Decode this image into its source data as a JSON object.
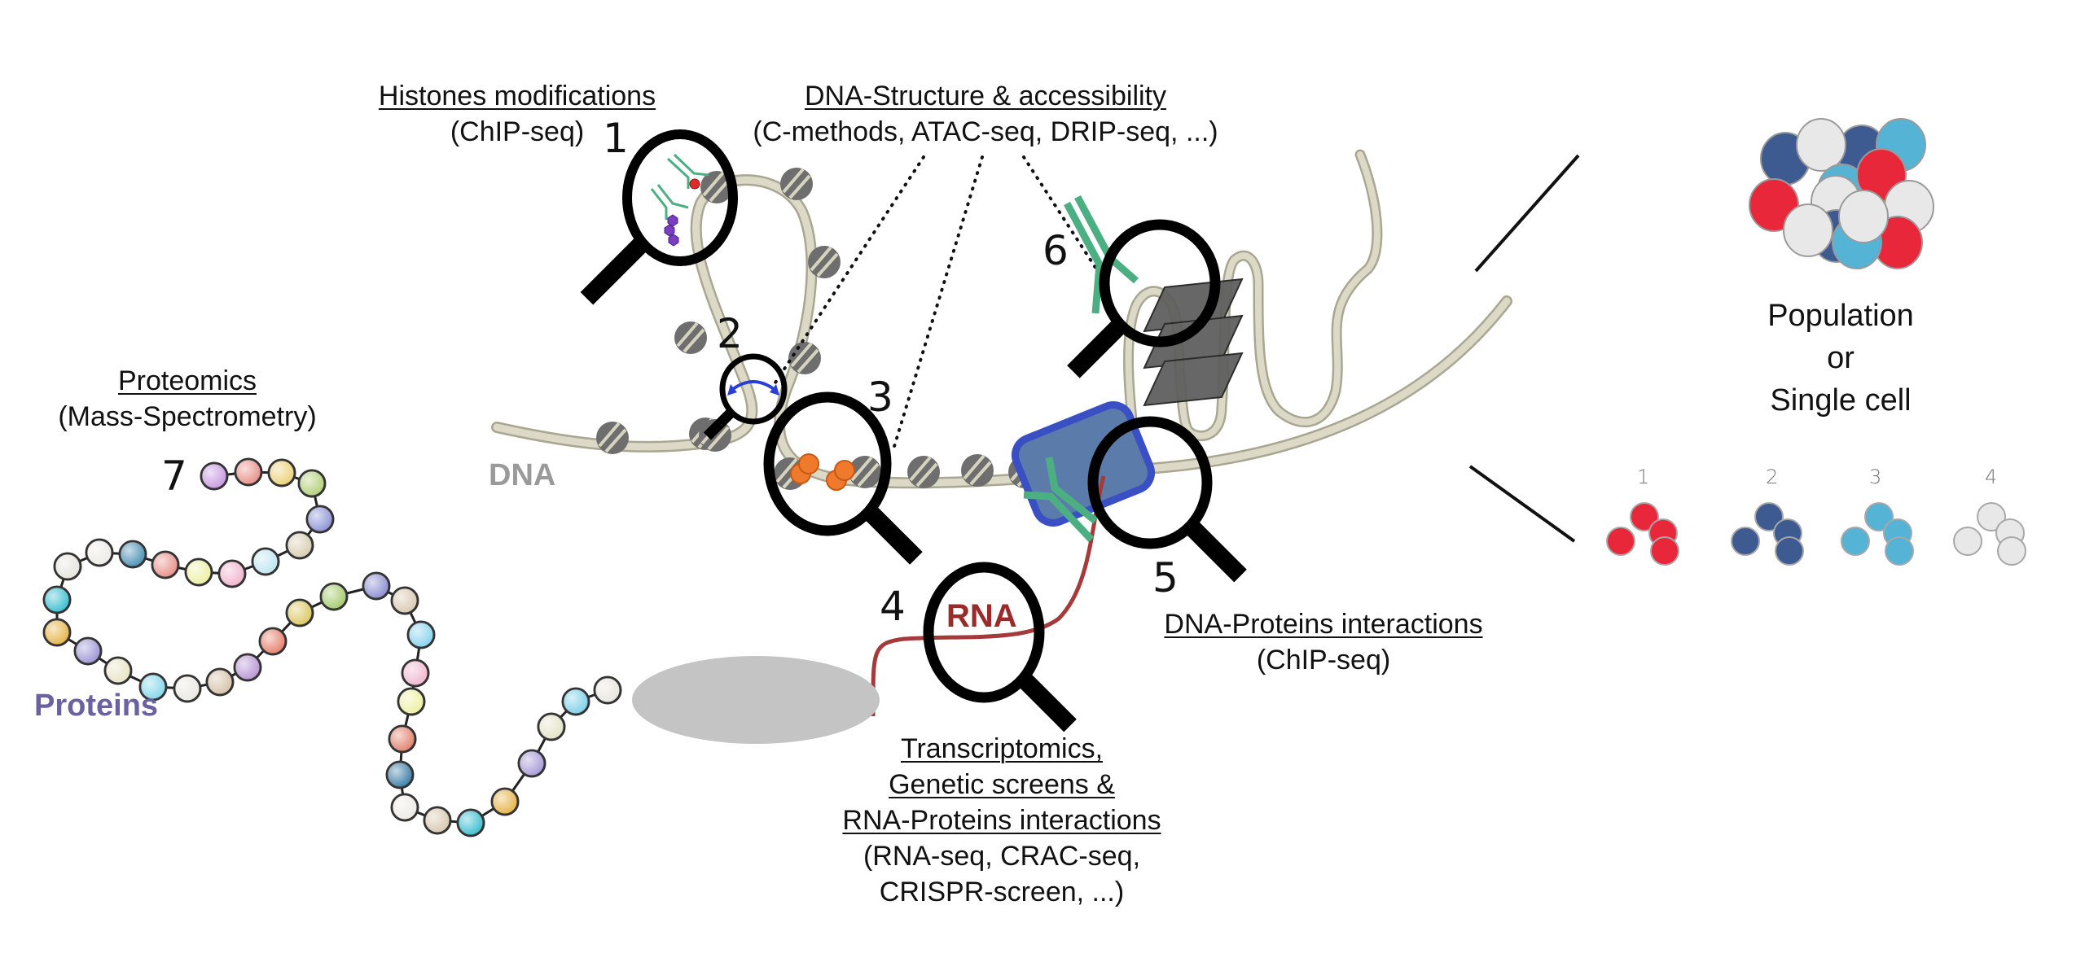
{
  "labels": {
    "histones": {
      "title": "Histones modifications",
      "method": "(ChIP-seq)",
      "number": "1"
    },
    "dna_structure": {
      "title": "DNA-Structure & accessibility",
      "method": "(C-methods, ATAC-seq, DRIP-seq, ...)"
    },
    "marker2": {
      "number": "2"
    },
    "marker3": {
      "number": "3"
    },
    "marker4": {
      "number": "4"
    },
    "marker5": {
      "number": "5"
    },
    "marker6": {
      "number": "6"
    },
    "proteomics": {
      "title": "Proteomics",
      "method": "(Mass-Spectrometry)",
      "number": "7"
    },
    "dna_proteins": {
      "title": "DNA-Proteins interactions",
      "method": "(ChIP-seq)"
    },
    "transcriptomics": {
      "title_lines": [
        "Transcriptomics,",
        "Genetic screens &",
        "RNA-Proteins interactions"
      ],
      "method_lines": [
        "(RNA-seq, CRAC-seq,",
        "CRISPR-screen, ...)"
      ]
    },
    "dna_tag": "DNA",
    "rna_tag": "RNA",
    "proteins_tag": "Proteins",
    "population": {
      "lines": [
        "Population",
        "or",
        "Single cell"
      ]
    },
    "cell_groups": [
      "1",
      "2",
      "3",
      "4"
    ]
  },
  "colors": {
    "dna_strand": "#d8d5c2",
    "nucleosome": "#6e6e6e",
    "antibody": "#4caf82",
    "protein_block": "#5b7bab",
    "protein_block_border": "#3a4fc4",
    "rna": "#a53a3a",
    "rna_label": "#9b2a2a",
    "proteins_label": "#6a62a0",
    "dna_label": "#9a9a9a",
    "cell_red": "#e8283a",
    "cell_darkblue": "#3d5a91",
    "cell_lightblue": "#55b3d6",
    "cell_white": "#e8e8e8"
  }
}
